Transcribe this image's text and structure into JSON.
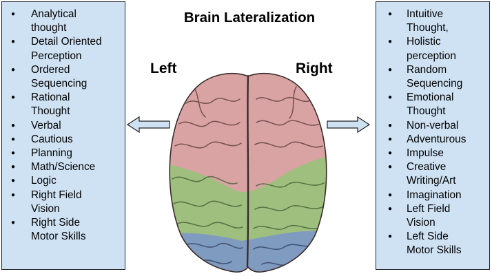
{
  "title": "Brain Lateralization",
  "left": {
    "label": "Left",
    "items": [
      "Analytical\nthought",
      "Detail Oriented\nPerception",
      "Ordered\nSequencing",
      "Rational\nThought",
      "Verbal",
      "Cautious",
      "Planning",
      "Math/Science",
      "Logic",
      "Right Field\nVision",
      "Right Side\nMotor Skills"
    ]
  },
  "right": {
    "label": "Right",
    "items": [
      "Intuitive\nThought,",
      "Holistic\nperception",
      "Random\nSequencing",
      "Emotional\nThought",
      "Non-verbal",
      "Adventurous",
      "Impulse",
      "Creative\nWriting/Art",
      "Imagination",
      "Left Field\nVision",
      "Left Side\nMotor Skills"
    ]
  },
  "colors": {
    "panel_fill": "#cfe2f3",
    "frontal_lobe": "#d9a3a3",
    "parietal_band": "#9fbf7f",
    "occipital_lobe": "#7f9bbf",
    "arrow_fill": "#cfe2f3"
  },
  "icons": [
    "left-arrow-icon",
    "right-arrow-icon",
    "brain-illustration"
  ]
}
